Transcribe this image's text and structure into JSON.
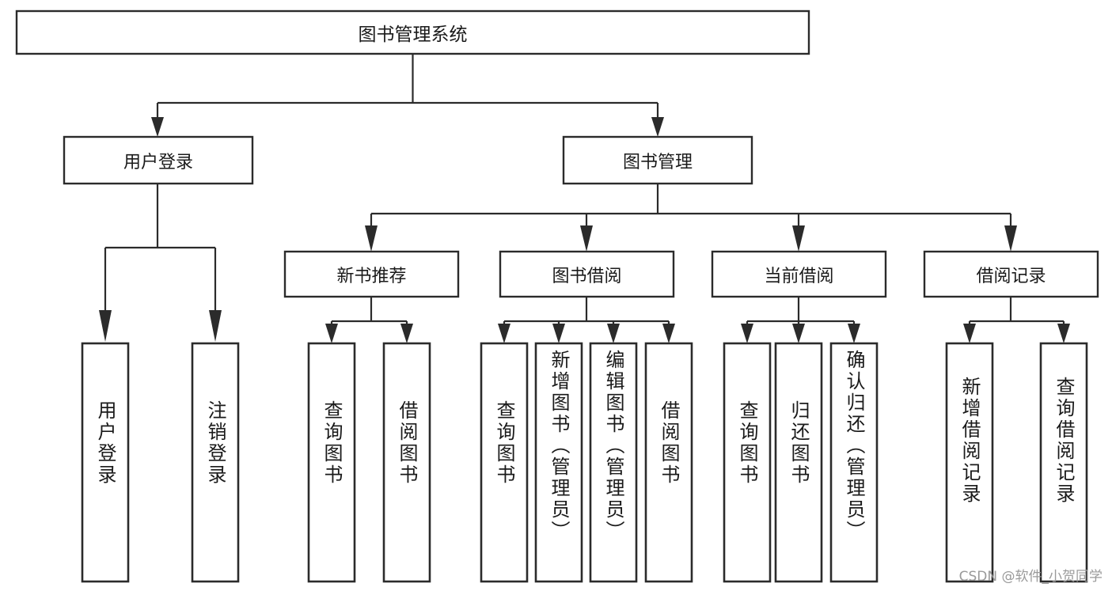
{
  "diagram": {
    "title": "图书管理系统",
    "type": "tree-hierarchy-diagram",
    "watermark": "CSDN @软件_小贺同学",
    "root": {
      "id": "root",
      "label": "图书管理系统"
    },
    "level2": [
      {
        "id": "user-login",
        "label": "用户登录"
      },
      {
        "id": "book-management",
        "label": "图书管理"
      }
    ],
    "level3": [
      {
        "id": "new-book-recommend",
        "label": "新书推荐",
        "parent": "book-management"
      },
      {
        "id": "book-borrow",
        "label": "图书借阅",
        "parent": "book-management"
      },
      {
        "id": "current-borrow",
        "label": "当前借阅",
        "parent": "book-management"
      },
      {
        "id": "borrow-record",
        "label": "借阅记录",
        "parent": "book-management"
      }
    ],
    "leaves": {
      "user-login": [
        {
          "id": "leaf-user-login",
          "label": "用户登录"
        },
        {
          "id": "leaf-user-logout",
          "label": "注销登录"
        }
      ],
      "new-book-recommend": [
        {
          "id": "leaf-query-book-1",
          "label": "查询图书"
        },
        {
          "id": "leaf-borrow-book-1",
          "label": "借阅图书"
        }
      ],
      "book-borrow": [
        {
          "id": "leaf-query-book-2",
          "label": "查询图书"
        },
        {
          "id": "leaf-add-book",
          "label": "新增图书（管理员）"
        },
        {
          "id": "leaf-edit-book",
          "label": "编辑图书（管理员）"
        },
        {
          "id": "leaf-borrow-book-2",
          "label": "借阅图书"
        }
      ],
      "current-borrow": [
        {
          "id": "leaf-query-book-3",
          "label": "查询图书"
        },
        {
          "id": "leaf-return-book",
          "label": "归还图书"
        },
        {
          "id": "leaf-confirm-return",
          "label": "确认归还（管理员）"
        }
      ],
      "borrow-record": [
        {
          "id": "leaf-add-record",
          "label": "新增借阅记录"
        },
        {
          "id": "leaf-query-record",
          "label": "查询借阅记录"
        }
      ]
    },
    "colors": {
      "stroke": "#2b2b2b",
      "fill": "#ffffff",
      "text": "#1a1a1a",
      "watermark": "#9a9a9a",
      "background": "#ffffff"
    }
  }
}
